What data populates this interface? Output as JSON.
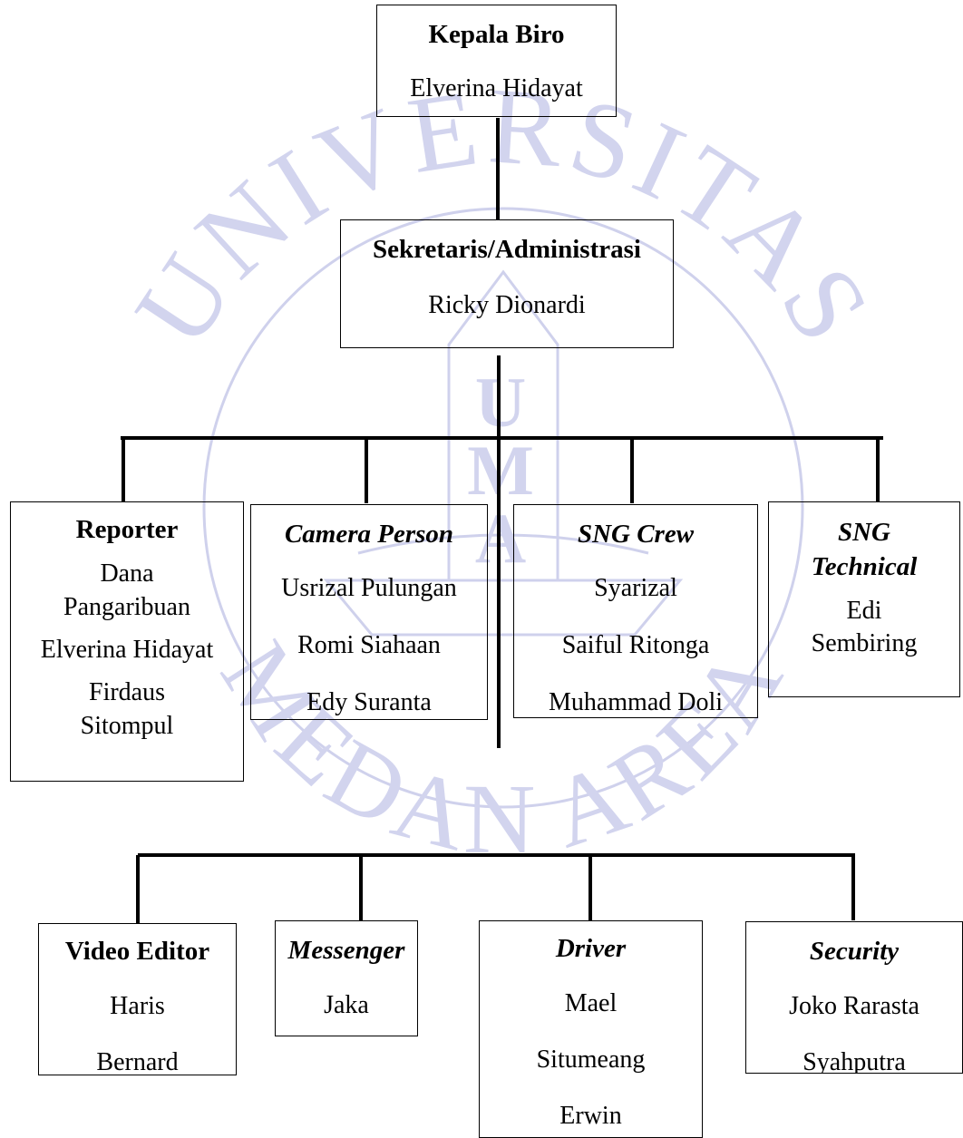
{
  "watermark": {
    "arc_top": "UNIVERSITAS",
    "arc_bottom": "MEDAN AREA",
    "emblem_letters": [
      "U",
      "M",
      "A"
    ],
    "color": "#c9cbe8"
  },
  "top": {
    "kepala": {
      "title": "Kepala Biro",
      "names": [
        "Elverina Hidayat"
      ]
    },
    "sekretaris": {
      "title": "Sekretaris/Administrasi",
      "names": [
        "Ricky Dionardi"
      ]
    }
  },
  "level2": [
    {
      "title": "Reporter",
      "italic": false,
      "names": [
        "Dana",
        "Pangaribuan",
        "Elverina Hidayat",
        "Firdaus",
        "Sitompul"
      ]
    },
    {
      "title": "Camera Person",
      "italic": true,
      "names": [
        "Usrizal Pulungan",
        "Romi Siahaan",
        "Edy Suranta"
      ]
    },
    {
      "title": "SNG Crew",
      "italic": true,
      "names": [
        "Syarizal",
        "Saiful Ritonga",
        "Muhammad Doli"
      ]
    },
    {
      "title_lines": [
        "SNG",
        "Technical"
      ],
      "italic": true,
      "names": [
        "Edi",
        "Sembiring"
      ]
    }
  ],
  "level3": [
    {
      "title": "Video Editor",
      "italic": false,
      "names": [
        "Haris",
        "Bernard"
      ]
    },
    {
      "title": "Messenger",
      "italic": true,
      "names": [
        "Jaka"
      ]
    },
    {
      "title": "Driver",
      "italic": true,
      "names": [
        "Mael",
        "Situmeang",
        "Erwin"
      ]
    },
    {
      "title": "Security",
      "italic": true,
      "names": [
        "Joko Rarasta",
        "Syahputra"
      ]
    }
  ]
}
